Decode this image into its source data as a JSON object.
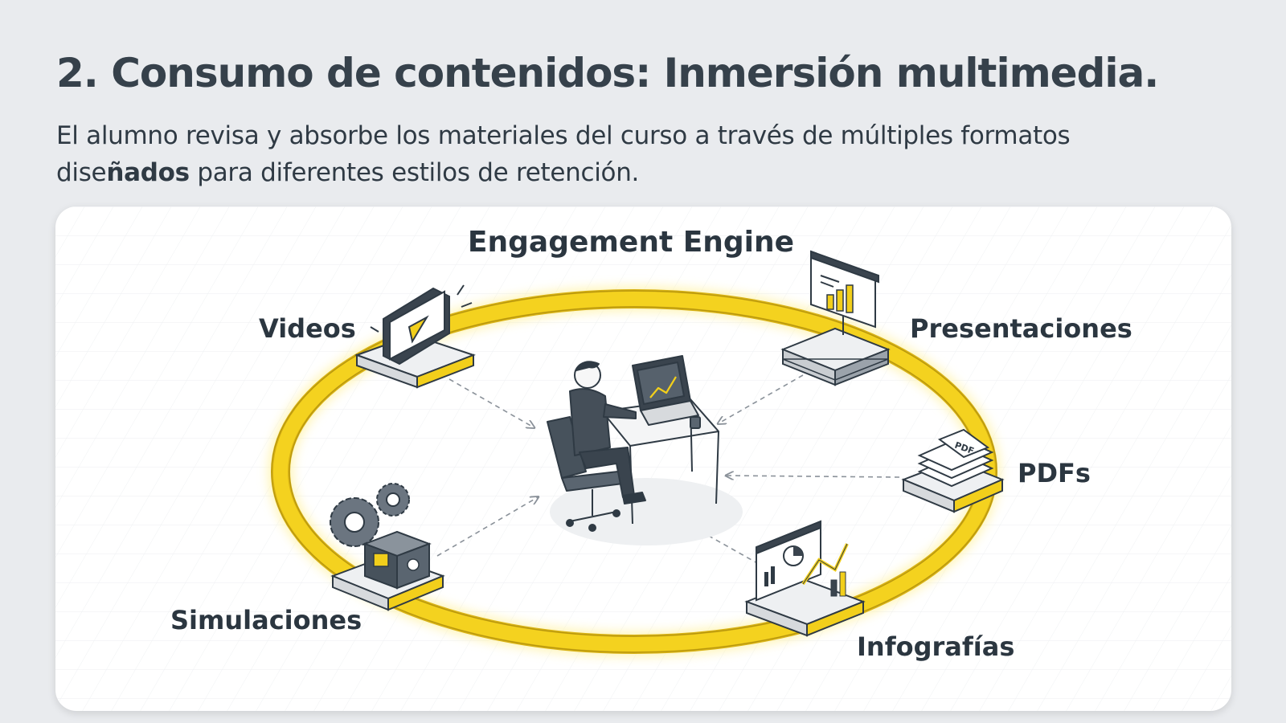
{
  "slide": {
    "title": "2. Consumo de contenidos: Inmersión multimedia.",
    "subtitle_pre": "El alumno revisa y absorbe los materiales del curso a través de múltiples formatos dise",
    "subtitle_bold": "ñados",
    "subtitle_post": " para diferentes estilos de retención."
  },
  "diagram": {
    "center_label": "Engagement Engine",
    "nodes": [
      {
        "id": "videos",
        "label": "Videos",
        "icon": "video-play-icon"
      },
      {
        "id": "presentaciones",
        "label": "Presentaciones",
        "icon": "presentation-board-icon"
      },
      {
        "id": "pdfs",
        "label": "PDFs",
        "icon": "pdf-stack-icon",
        "doc_tag": "PDF"
      },
      {
        "id": "infografias",
        "label": "Infografías",
        "icon": "infographic-icon"
      },
      {
        "id": "simulaciones",
        "label": "Simulaciones",
        "icon": "gears-cube-icon"
      }
    ],
    "center_icon": "student-at-desk-icon",
    "colors": {
      "ring": "#f2cf1b",
      "ring_glow": "#fff6b0",
      "ink": "#2f3a44",
      "arrow": "#8a9199"
    }
  }
}
